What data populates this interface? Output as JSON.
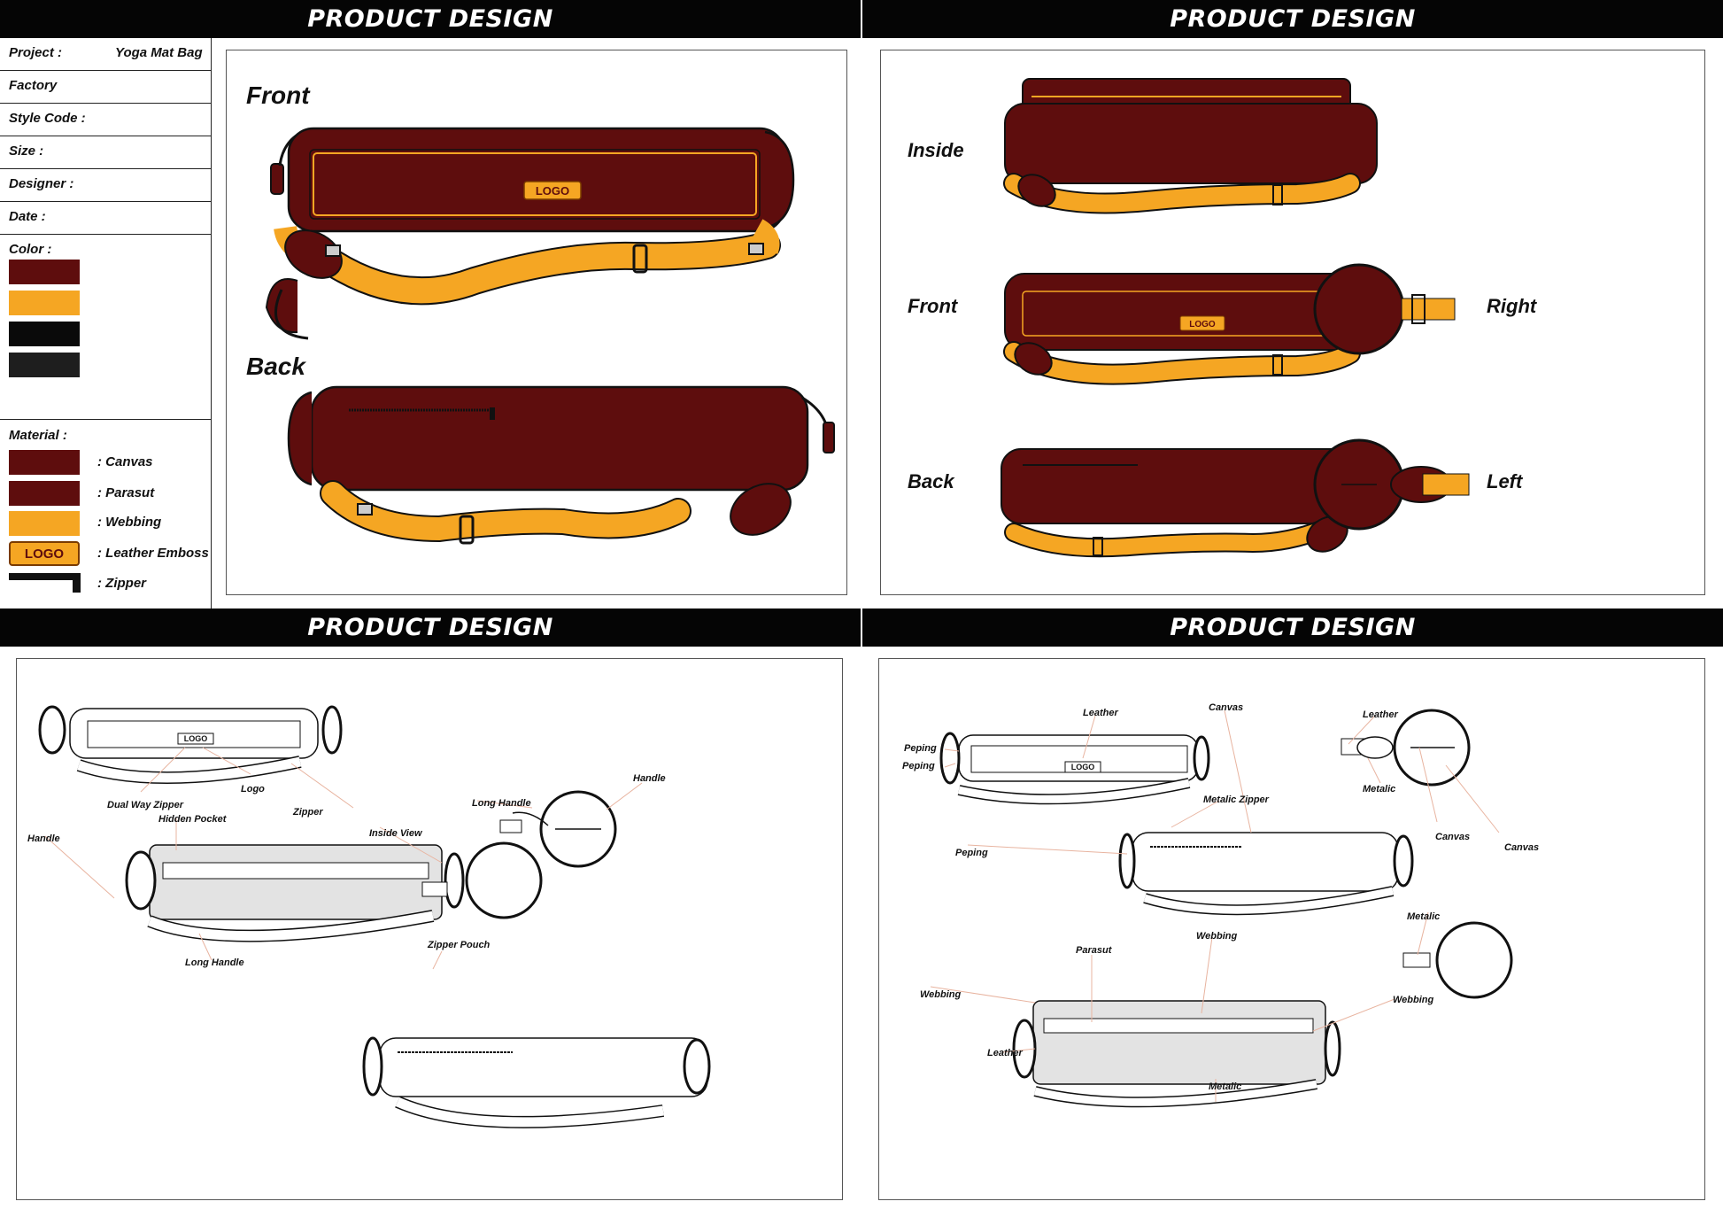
{
  "headers": [
    "PRODUCT DESIGN",
    "PRODUCT DESIGN",
    "PRODUCT DESIGN",
    "PRODUCT DESIGN"
  ],
  "colors": {
    "maroon": "#5e0d0d",
    "orange": "#f5a623",
    "black": "#0a0a0a",
    "dark": "#1e1e1e",
    "grey": "#e3e3e3"
  },
  "spec": {
    "project_label": "Project :",
    "project_value": "Yoga Mat Bag",
    "factory_label": "Factory",
    "style_label": "Style Code :",
    "size_label": "Size :",
    "designer_label": "Designer :",
    "date_label": "Date :",
    "color_label": "Color :",
    "material_label": "Material :",
    "materials": [
      ": Canvas",
      ": Parasut",
      ": Webbing",
      ": Leather Emboss",
      ": Zipper"
    ],
    "logo_text": "LOGO"
  },
  "panel1": {
    "front": "Front",
    "back": "Back"
  },
  "panel2": {
    "inside": "Inside",
    "front": "Front",
    "back": "Back",
    "right": "Right",
    "left": "Left"
  },
  "panel3": {
    "labels": [
      "Dual Way Zipper",
      "Logo",
      "Zipper",
      "Hidden Pocket",
      "Handle",
      "Inside View",
      "Long Handle",
      "Long Handle",
      "Handle",
      "Zipper Pouch"
    ]
  },
  "panel4": {
    "labels": [
      "Leather",
      "Canvas",
      "Peping",
      "Peping",
      "Leather",
      "Metalic",
      "Metalic Zipper",
      "Peping",
      "Canvas",
      "Canvas",
      "Metalic",
      "Parasut",
      "Webbing",
      "Webbing",
      "Webbing",
      "Leather",
      "Metalic"
    ]
  }
}
